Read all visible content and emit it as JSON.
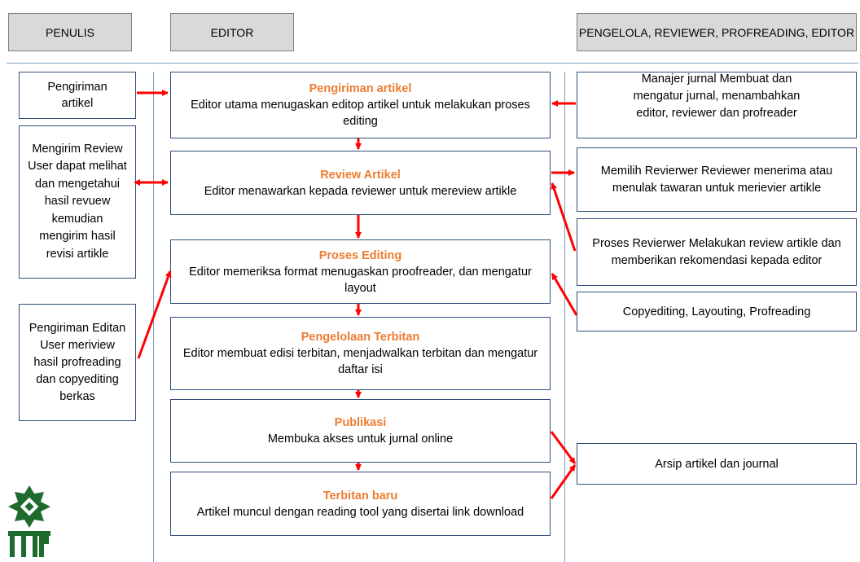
{
  "headers": {
    "penulis": "PENULIS",
    "editor": "EDITOR",
    "pengelola": "PENGELOLA,  REVIEWER, PROFREADING, EDITOR"
  },
  "left": {
    "box1": "Pengiriman artikel",
    "box2": "Mengirim Review User dapat melihat dan mengetahui hasil revuew kemudian mengirim hasil revisi artikle",
    "box3": "Pengiriman Editan User meriview hasil profreading dan copyediting berkas"
  },
  "center": [
    {
      "title": "Pengiriman artikel",
      "desc": "Editor utama menugaskan editop artikel untuk melakukan proses editing"
    },
    {
      "title": "Review Artikel",
      "desc": "Editor menawarkan kepada reviewer untuk mereview artikle"
    },
    {
      "title": "Proses Editing",
      "desc": "Editor memeriksa format menugaskan proofreader, dan mengatur layout"
    },
    {
      "title": "Pengelolaan Terbitan",
      "desc": "Editor membuat edisi terbitan, menjadwalkan terbitan dan mengatur daftar isi"
    },
    {
      "title": "Publikasi",
      "desc": "Membuka akses untuk jurnal online"
    },
    {
      "title": "Terbitan baru",
      "desc": "Artikel muncul dengan reading tool yang disertai link download"
    }
  ],
  "right": {
    "box1": "Manajer jurnal Membuat dan mengatur jurnal, menambahkan editor, reviewer dan profreader",
    "box2": "Memilih Revierwer Reviewer menerima atau menulak tawaran untuk merievier artikle",
    "box3": "Proses Revierwer Melakukan review artikle dan memberikan rekomendasi kepada editor",
    "box4": "Copyediting, Layouting, Profreading",
    "box5": "Arsip artikel dan journal"
  },
  "colors": {
    "arrow": "#ff0000",
    "title": "#ed7d31",
    "border": "#2f4f7a",
    "header_fill": "#d9d9d9"
  }
}
